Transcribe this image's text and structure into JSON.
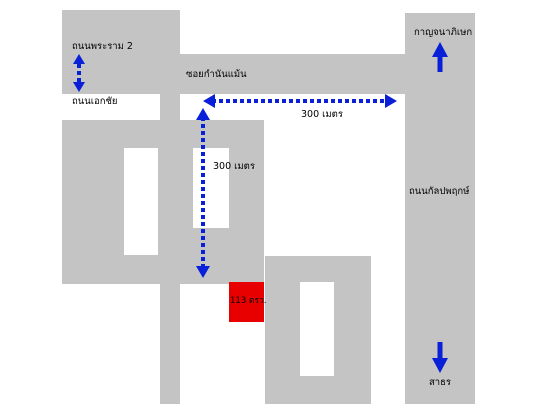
{
  "map": {
    "colors": {
      "road": "#c4c4c4",
      "background": "#ffffff",
      "arrow": "#0a1fd8",
      "target_plot": "#e80000"
    },
    "labels": {
      "road_top_left_upper": "ถนนพระราม 2",
      "road_top_left_lower": "ถนนเอกชัย",
      "soi_name": "ซอยกำนันแม้น",
      "distance_horizontal": "300 เมตร",
      "distance_vertical": "300 เมตร",
      "kanchanaphisek": "กาญจนาภิเษก",
      "kalapaphruek_road": "ถนนกัลปพฤกษ์",
      "sathon": "สาธร",
      "plot_size": "113 ตรว."
    }
  }
}
